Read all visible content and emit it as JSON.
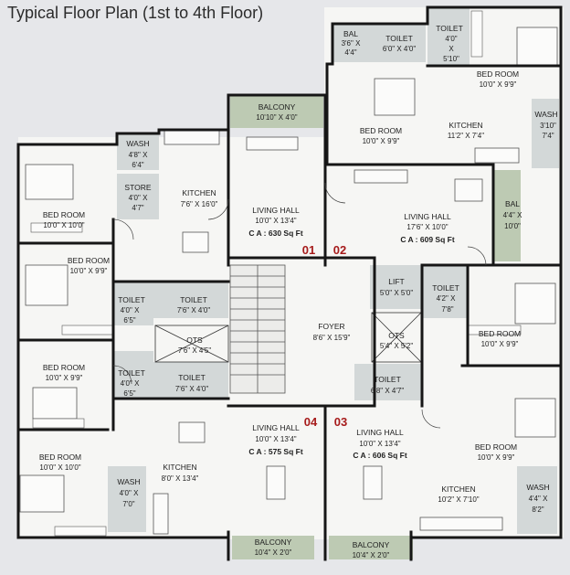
{
  "title": "Typical Floor Plan (1st to 4th Floor)",
  "colors": {
    "floor": "#f6f6f4",
    "wash": "#d3d8d8",
    "balcony": "#bdcab3",
    "wall": "#161616",
    "flat_no": "#a61b1b",
    "background": "#e6e7ea"
  },
  "flat_numbers": {
    "f01": "01",
    "f02": "02",
    "f03": "03",
    "f04": "04"
  },
  "rooms": {
    "bal_a": {
      "name": "BAL",
      "dim1": "3'6\" X",
      "dim2": "4'4\""
    },
    "toilet_a": {
      "name": "TOILET",
      "dim": "6'0\" X 4'0\""
    },
    "toilet_b": {
      "name": "TOILET",
      "dim1": "4'0\"",
      "dim2": "X",
      "dim3": "5'10\""
    },
    "bed_tr": {
      "name": "BED ROOM",
      "dim": "10'0\" X 9'9\""
    },
    "balcony_top": {
      "name": "BALCONY",
      "dim": "10'10\" X 4'0\""
    },
    "bed_02": {
      "name": "BED ROOM",
      "dim": "10'0\" X 9'9\""
    },
    "kitchen_02": {
      "name": "KITCHEN",
      "dim": "11'2\" X 7'4\""
    },
    "wash_02": {
      "name": "WASH",
      "dim1": "3'10\"",
      "dim2": "7'4\""
    },
    "wash_01": {
      "name": "WASH",
      "dim1": "4'8\" X",
      "dim2": "6'4\""
    },
    "store_01": {
      "name": "STORE",
      "dim1": "4'0\" X",
      "dim2": "4'7\""
    },
    "kitchen_01": {
      "name": "KITCHEN",
      "dim": "7'6\" X 16'0\""
    },
    "living_01": {
      "name": "LIVING HALL",
      "dim": "10'0\" X 13'4\"",
      "ca": "C A : 630 Sq Ft"
    },
    "living_02": {
      "name": "LIVING HALL",
      "dim": "17'6\" X 10'0\"",
      "ca": "C A : 609 Sq Ft"
    },
    "bal_02": {
      "name": "BAL",
      "dim1": "4'4\" X",
      "dim2": "10'0\""
    },
    "bed_01a": {
      "name": "BED ROOM",
      "dim": "10'0\" X 10'0\""
    },
    "bed_01b": {
      "name": "BED ROOM",
      "dim": "10'0\" X 9'9\""
    },
    "toilet_01a": {
      "name": "TOILET",
      "dim1": "4'0\" X",
      "dim2": "6'5\""
    },
    "toilet_01b": {
      "name": "TOILET",
      "dim": "7'6\" X 4'0\""
    },
    "ots_l": {
      "name": "OTS",
      "dim": "7'6\" X 4'5\""
    },
    "lift": {
      "name": "LIFT",
      "dim": "5'0\" X 5'0\""
    },
    "toilet_02a": {
      "name": "TOILET",
      "dim1": "4'2\" X",
      "dim2": "7'8\""
    },
    "foyer": {
      "name": "FOYER",
      "dim": "8'6\" X 15'9\""
    },
    "ots_r": {
      "name": "OTS",
      "dim": "5'4\" X 5'2\""
    },
    "bed_03a": {
      "name": "BED ROOM",
      "dim": "10'0\" X 9'9\""
    },
    "bed_04a": {
      "name": "BED ROOM",
      "dim": "10'0\" X 9'9\""
    },
    "toilet_04a": {
      "name": "TOILET",
      "dim1": "4'0\" X",
      "dim2": "6'5\""
    },
    "toilet_04b": {
      "name": "TOILET",
      "dim": "7'6\" X 4'0\""
    },
    "toilet_03a": {
      "name": "TOILET",
      "dim": "6'8\" X 4'7\""
    },
    "living_04": {
      "name": "LIVING HALL",
      "dim": "10'0\" X 13'4\"",
      "ca": "C A : 575 Sq Ft"
    },
    "living_03": {
      "name": "LIVING HALL",
      "dim": "10'0\" X 13'4\"",
      "ca": "C A : 606 Sq Ft"
    },
    "bed_03b": {
      "name": "BED ROOM",
      "dim": "10'0\" X 9'9\""
    },
    "bed_04b": {
      "name": "BED ROOM",
      "dim": "10'0\" X 10'0\""
    },
    "kitchen_04": {
      "name": "KITCHEN",
      "dim": "8'0\" X 13'4\""
    },
    "wash_04": {
      "name": "WASH",
      "dim1": "4'0\" X",
      "dim2": "7'0\""
    },
    "kitchen_03": {
      "name": "KITCHEN",
      "dim": "10'2\" X 7'10\""
    },
    "wash_03": {
      "name": "WASH",
      "dim1": "4'4\" X",
      "dim2": "8'2\""
    },
    "balcony_04": {
      "name": "BALCONY",
      "dim": "10'4\" X 2'0\""
    },
    "balcony_03": {
      "name": "BALCONY",
      "dim": "10'4\" X 2'0\""
    }
  }
}
